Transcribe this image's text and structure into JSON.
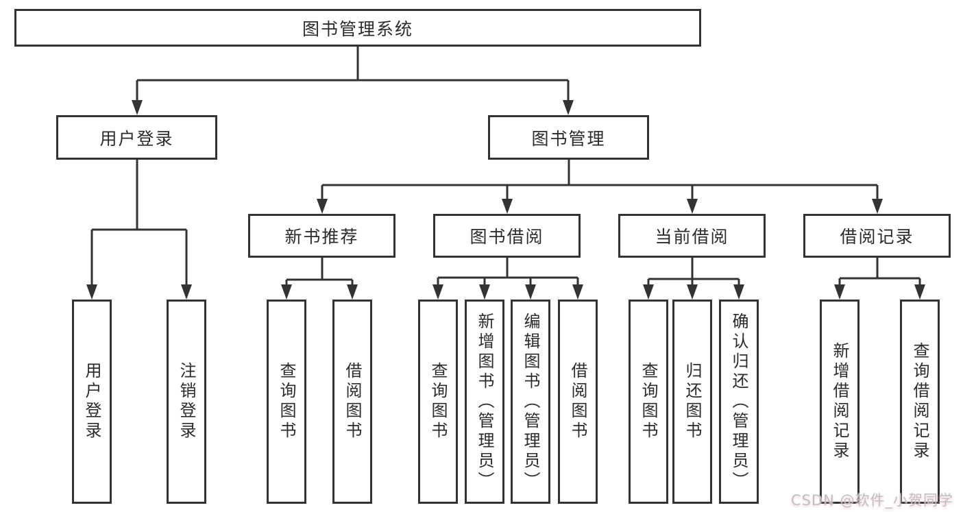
{
  "diagram_title": "图书管理系统",
  "colors": {
    "line": "#333333",
    "box_border": "#333333",
    "text": "#2b2b2b",
    "background": "#ffffff",
    "watermark": "#bdc1c7"
  },
  "tree": {
    "root": {
      "label": "图书管理系统"
    },
    "branches": [
      {
        "label": "用户登录",
        "children": [
          {
            "label": "用户登录"
          },
          {
            "label": "注销登录"
          }
        ]
      },
      {
        "label": "图书管理",
        "sections": [
          {
            "label": "新书推荐",
            "children": [
              {
                "label": "查询图书"
              },
              {
                "label": "借阅图书"
              }
            ]
          },
          {
            "label": "图书借阅",
            "children": [
              {
                "label": "查询图书"
              },
              {
                "label": "新增图书（管理员）"
              },
              {
                "label": "编辑图书（管理员）"
              },
              {
                "label": "借阅图书"
              }
            ]
          },
          {
            "label": "当前借阅",
            "children": [
              {
                "label": "查询图书"
              },
              {
                "label": "归还图书"
              },
              {
                "label": "确认归还（管理员）"
              }
            ]
          },
          {
            "label": "借阅记录",
            "children": [
              {
                "label": "新增借阅记录"
              },
              {
                "label": "查询借阅记录"
              }
            ]
          }
        ]
      }
    ]
  },
  "watermark": {
    "text": "CSDN @软件_小贺同学"
  }
}
